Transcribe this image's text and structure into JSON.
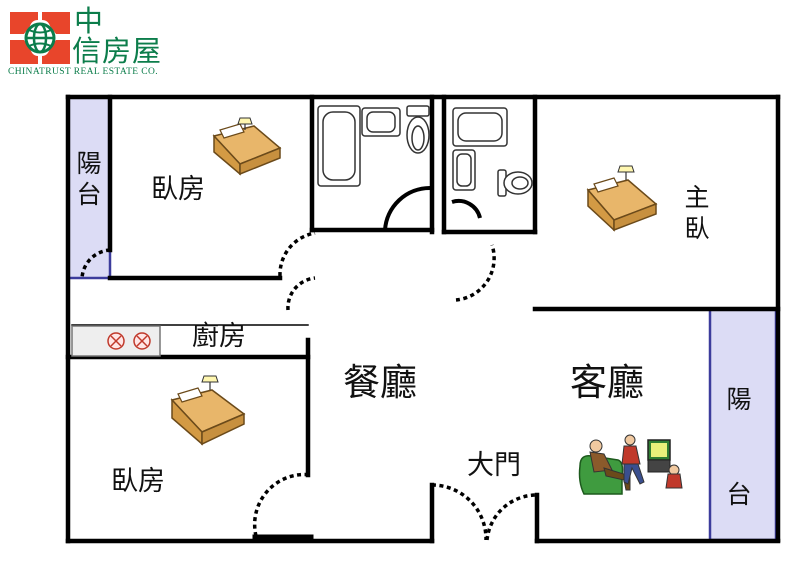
{
  "brand": {
    "name_line1": "中",
    "name_line2": "信房屋",
    "name_en": "CHINATRUST REAL ESTATE CO.",
    "colors": {
      "red": "#e8452b",
      "green": "#0c7d4b"
    }
  },
  "rooms": {
    "bedroom_top_left": "臥房",
    "balcony_left": "陽台",
    "kitchen": "廚房",
    "bedroom_bottom_left": "臥房",
    "dining": "餐廳",
    "living": "客廳",
    "main_door": "大門",
    "master_bedroom": "主臥",
    "balcony_right": "陽台"
  },
  "colors": {
    "wall": "#000000",
    "balcony_fill": "#dcdcf5",
    "balcony_edge": "#3c3c9c",
    "bed": "#e8b66a",
    "sofa": "#3f9b3f",
    "fixture": "#ffffff"
  },
  "icons": [
    "bed-icon",
    "lamp-icon",
    "bathtub-icon",
    "sink-icon",
    "toilet-icon",
    "stove-icon",
    "family-tv-icon"
  ]
}
